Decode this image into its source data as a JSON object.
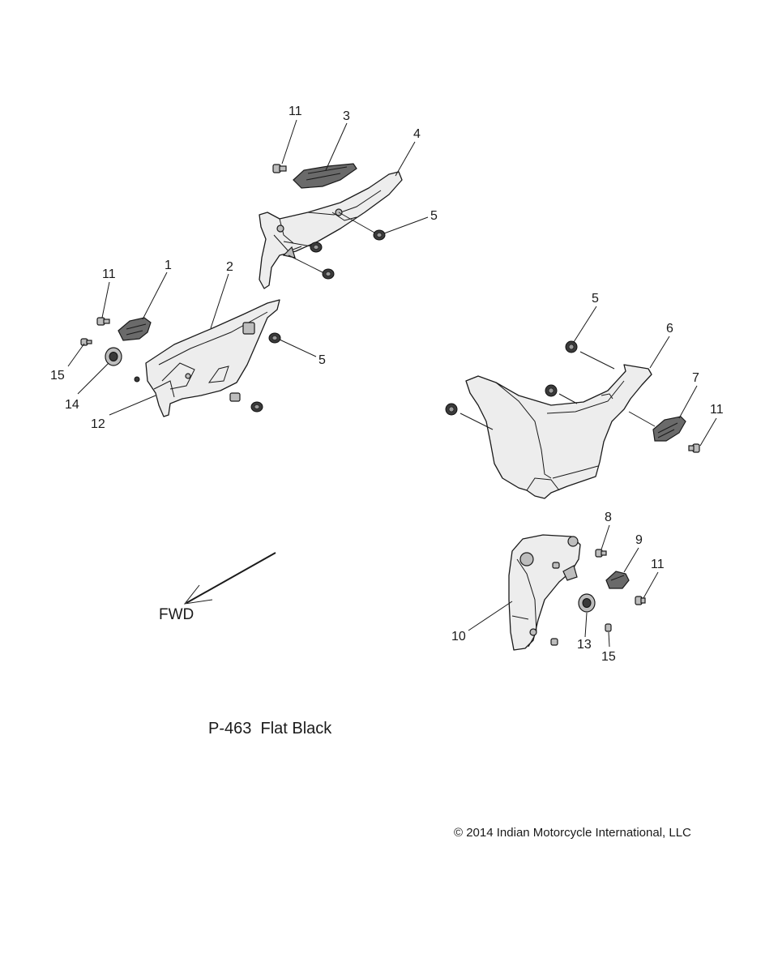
{
  "diagram": {
    "callouts": [
      {
        "id": "c11a",
        "text": "11"
      },
      {
        "id": "c3",
        "text": "3"
      },
      {
        "id": "c4",
        "text": "4"
      },
      {
        "id": "c5a",
        "text": "5"
      },
      {
        "id": "c1",
        "text": "1"
      },
      {
        "id": "c2",
        "text": "2"
      },
      {
        "id": "c11b",
        "text": "11"
      },
      {
        "id": "c15a",
        "text": "15"
      },
      {
        "id": "c14",
        "text": "14"
      },
      {
        "id": "c12",
        "text": "12"
      },
      {
        "id": "c5b",
        "text": "5"
      },
      {
        "id": "c5c",
        "text": "5"
      },
      {
        "id": "c6",
        "text": "6"
      },
      {
        "id": "c7",
        "text": "7"
      },
      {
        "id": "c11c",
        "text": "11"
      },
      {
        "id": "c8",
        "text": "8"
      },
      {
        "id": "c9",
        "text": "9"
      },
      {
        "id": "c11d",
        "text": "11"
      },
      {
        "id": "c10",
        "text": "10"
      },
      {
        "id": "c13",
        "text": "13"
      },
      {
        "id": "c15b",
        "text": "15"
      }
    ],
    "direction_label": "FWD",
    "part_spec": "P-463  Flat Black",
    "copyright": "© 2014 Indian Motorcycle International, LLC"
  }
}
